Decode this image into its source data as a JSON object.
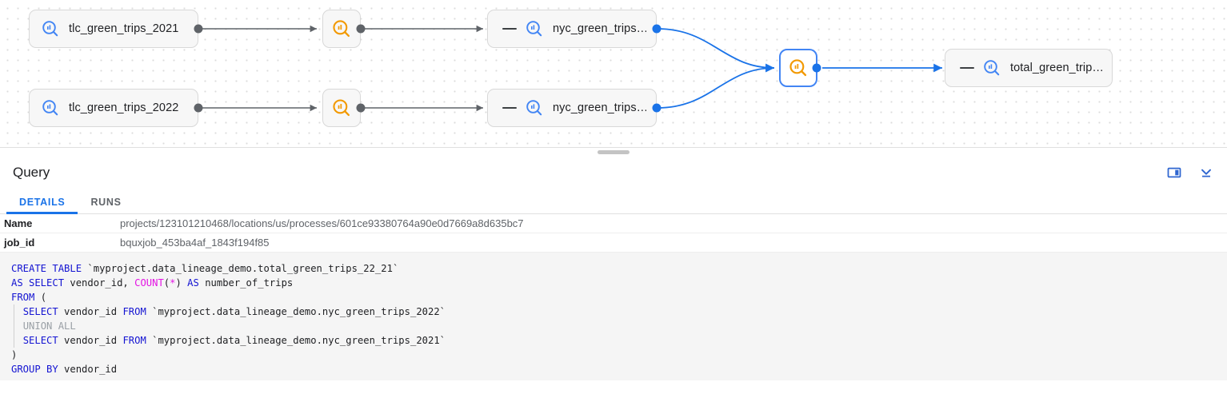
{
  "lineage": {
    "nodes": [
      {
        "id": "tlc2021",
        "label": "tlc_green_trips_2021",
        "kind": "table",
        "icon": "bigquery-table-icon"
      },
      {
        "id": "tlc2022",
        "label": "tlc_green_trips_2022",
        "kind": "table",
        "icon": "bigquery-table-icon"
      },
      {
        "id": "proc1",
        "label": "",
        "kind": "process",
        "icon": "bigquery-process-icon"
      },
      {
        "id": "proc2",
        "label": "",
        "kind": "process",
        "icon": "bigquery-process-icon"
      },
      {
        "id": "nyc2021",
        "label": "nyc_green_trips…",
        "kind": "table",
        "icon": "bigquery-table-icon"
      },
      {
        "id": "nyc2022",
        "label": "nyc_green_trips…",
        "kind": "table",
        "icon": "bigquery-table-icon"
      },
      {
        "id": "procSel",
        "label": "",
        "kind": "process",
        "icon": "bigquery-process-icon",
        "selected": true
      },
      {
        "id": "total",
        "label": "total_green_trip…",
        "kind": "table",
        "icon": "bigquery-table-icon"
      }
    ],
    "colors": {
      "edge_selected": "#1a73e8",
      "edge_default": "#5f6368",
      "process_accent": "#f29900",
      "table_accent": "#4285f4",
      "selected_border": "#4285f4"
    }
  },
  "panel": {
    "title": "Query",
    "actions": [
      {
        "name": "split-panel-icon",
        "label": "Toggle side panel"
      },
      {
        "name": "collapse-down-icon",
        "label": "Collapse panel"
      }
    ],
    "tabs": [
      {
        "id": "details",
        "label": "DETAILS",
        "active": true
      },
      {
        "id": "runs",
        "label": "RUNS",
        "active": false
      }
    ],
    "details": [
      {
        "key": "Name",
        "value": "projects/123101210468/locations/us/processes/601ce93380764a90e0d7669a8d635bc7"
      },
      {
        "key": "job_id",
        "value": "bquxjob_453ba4af_1843f194f85"
      }
    ]
  },
  "query_sql": {
    "lines": [
      "CREATE TABLE `myproject.data_lineage_demo.total_green_trips_22_21`",
      "AS SELECT vendor_id, COUNT(*) AS number_of_trips",
      "FROM (",
      "  SELECT vendor_id FROM `myproject.data_lineage_demo.nyc_green_trips_2022`",
      "  UNION ALL",
      "  SELECT vendor_id FROM `myproject.data_lineage_demo.nyc_green_trips_2021`",
      ")",
      "GROUP BY vendor_id"
    ],
    "tokens": {
      "l0_kw": "CREATE TABLE",
      "l0_rest": " `myproject.data_lineage_demo.total_green_trips_22_21`",
      "l1_kw1": "AS SELECT",
      "l1_mid": " vendor_id, ",
      "l1_fn": "COUNT",
      "l1_paren_open": "(",
      "l1_star": "*",
      "l1_paren_close": ") ",
      "l1_kw2": "AS",
      "l1_tail": " number_of_trips",
      "l2_kw": "FROM",
      "l2_rest": " (",
      "l3_indent": "  ",
      "l3_kw1": "SELECT",
      "l3_mid": " vendor_id ",
      "l3_kw2": "FROM",
      "l3_rest": " `myproject.data_lineage_demo.nyc_green_trips_2022`",
      "l4_indent": "  ",
      "l4_dim": "UNION ALL",
      "l5_indent": "  ",
      "l5_kw1": "SELECT",
      "l5_mid": " vendor_id ",
      "l5_kw2": "FROM",
      "l5_rest": " `myproject.data_lineage_demo.nyc_green_trips_2021`",
      "l6_rest": ")",
      "l7_kw": "GROUP BY",
      "l7_rest": " vendor_id"
    }
  }
}
